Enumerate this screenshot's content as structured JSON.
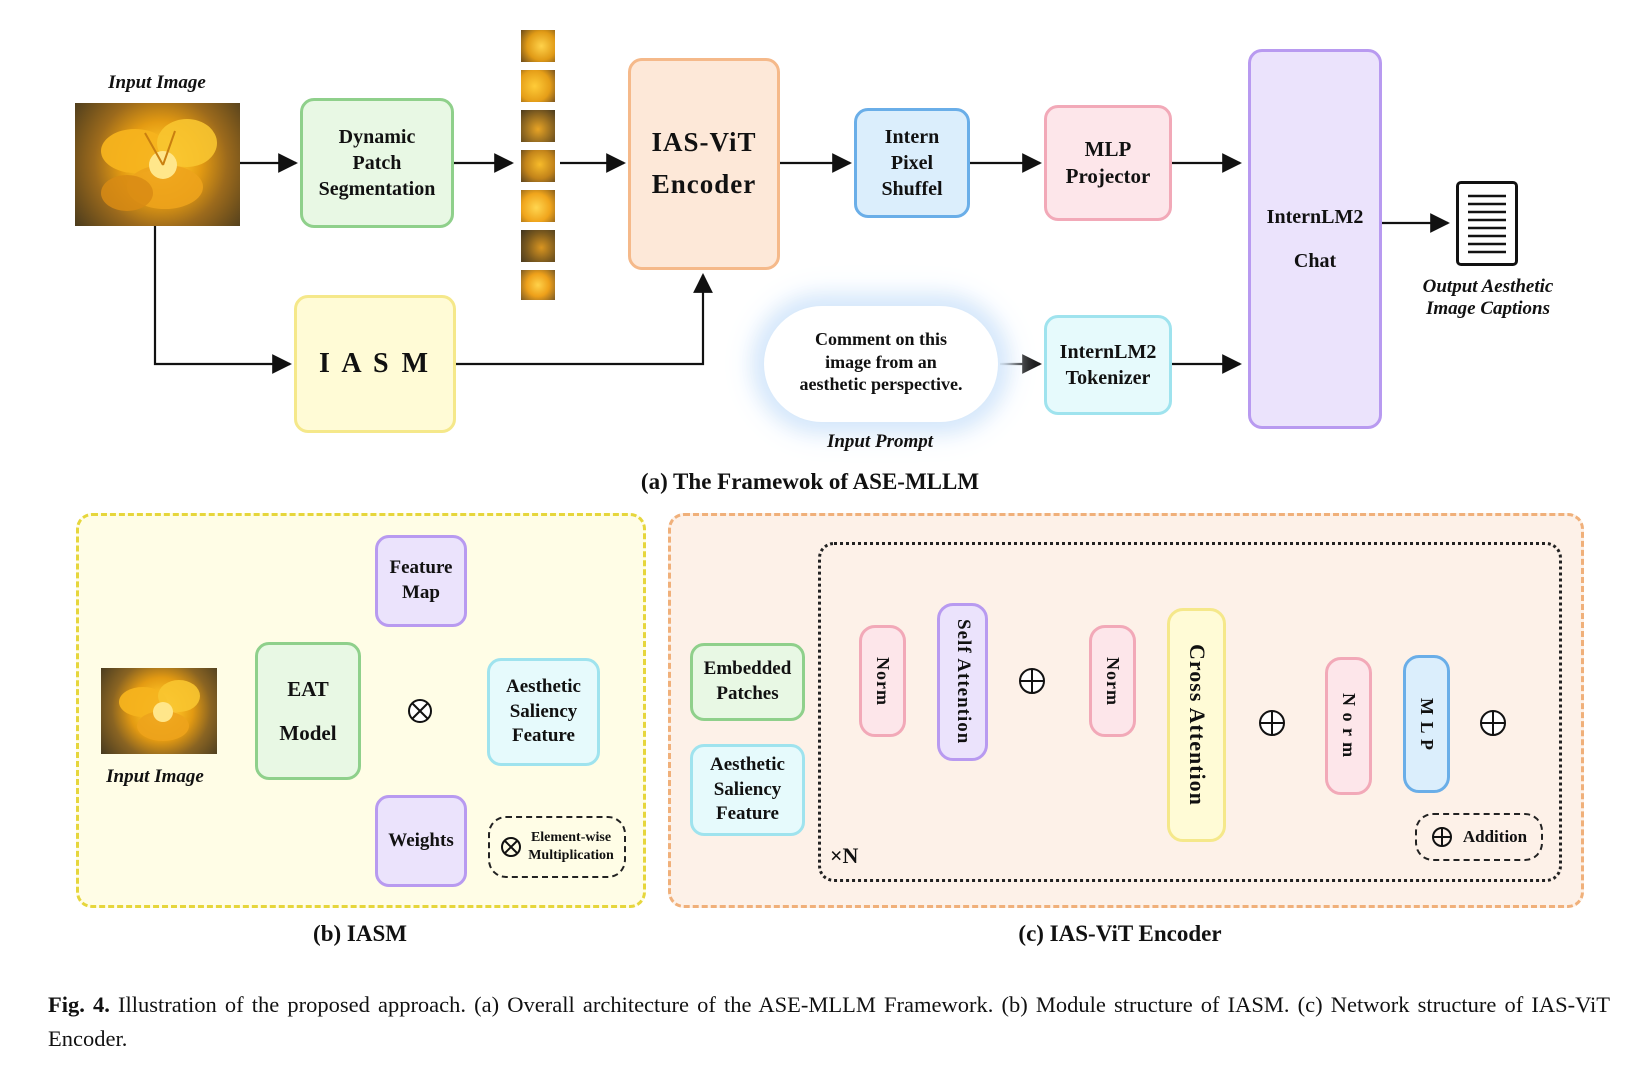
{
  "framework": {
    "input_image_label": "Input Image",
    "dynamic_patch": "Dynamic\nPatch\nSegmentation",
    "ias_vit_encoder": "IAS-ViT\nEncoder",
    "intern_pixel_shuffel": "Intern\nPixel\nShuffel",
    "mlp_projector": "MLP\nProjector",
    "internlm2_chat": "InternLM2\n\nChat",
    "iasm": "I A S M",
    "prompt_text": "Comment on this\nimage from an\naesthetic perspective.",
    "input_prompt_label": "Input Prompt",
    "internlm2_tokenizer": "InternLM2\nTokenizer",
    "output_label": "Output Aesthetic\nImage Captions",
    "caption": "(a) The Framewok of ASE-MLLM"
  },
  "iasm_panel": {
    "input_image_label": "Input Image",
    "eat_model": "EAT\n\nModel",
    "feature_map": "Feature\nMap",
    "weights": "Weights",
    "aesthetic_saliency_feature": "Aesthetic\nSaliency\nFeature",
    "legend_text": "Element-wise\nMultiplication",
    "caption": "(b) IASM"
  },
  "encoder_panel": {
    "embedded_patches": "Embedded\nPatches",
    "aesthetic_saliency_feature": "Aesthetic\nSaliency\nFeature",
    "norm1": "Norm",
    "self_attention": "Self Attention",
    "norm2": "Norm",
    "cross_attention": "Cross Attention",
    "norm3": "N o r m",
    "mlp": "M L P",
    "repeat": "×N",
    "legend_text": "Addition",
    "caption": "(c) IAS-ViT Encoder"
  },
  "figure_caption": {
    "bold": "Fig. 4.",
    "text": " Illustration of the proposed approach. (a) Overall architecture of the ASE-MLLM Framework. (b) Module structure of IASM. (c) Network structure of IAS-ViT Encoder."
  },
  "colors": {
    "green_border": "#8fd08b",
    "green_fill": "#e8f8e4",
    "orange_border": "#f5b98a",
    "orange_fill": "#fde8d8",
    "blue_border": "#6aaee8",
    "blue_fill": "#dbeefc",
    "pink_border": "#f2a9b8",
    "pink_fill": "#fde6ea",
    "purple_border": "#b89af0",
    "purple_fill": "#ebe3fc",
    "yellow_border": "#f5e88a",
    "yellow_fill": "#fffbd6",
    "cyan_border": "#9fe3ee",
    "cyan_fill": "#e6fafc",
    "panel_b_border": "#e6d63c",
    "panel_b_fill": "#fffde6",
    "panel_c_border": "#f0b07a",
    "panel_c_fill": "#fdf1e8"
  }
}
